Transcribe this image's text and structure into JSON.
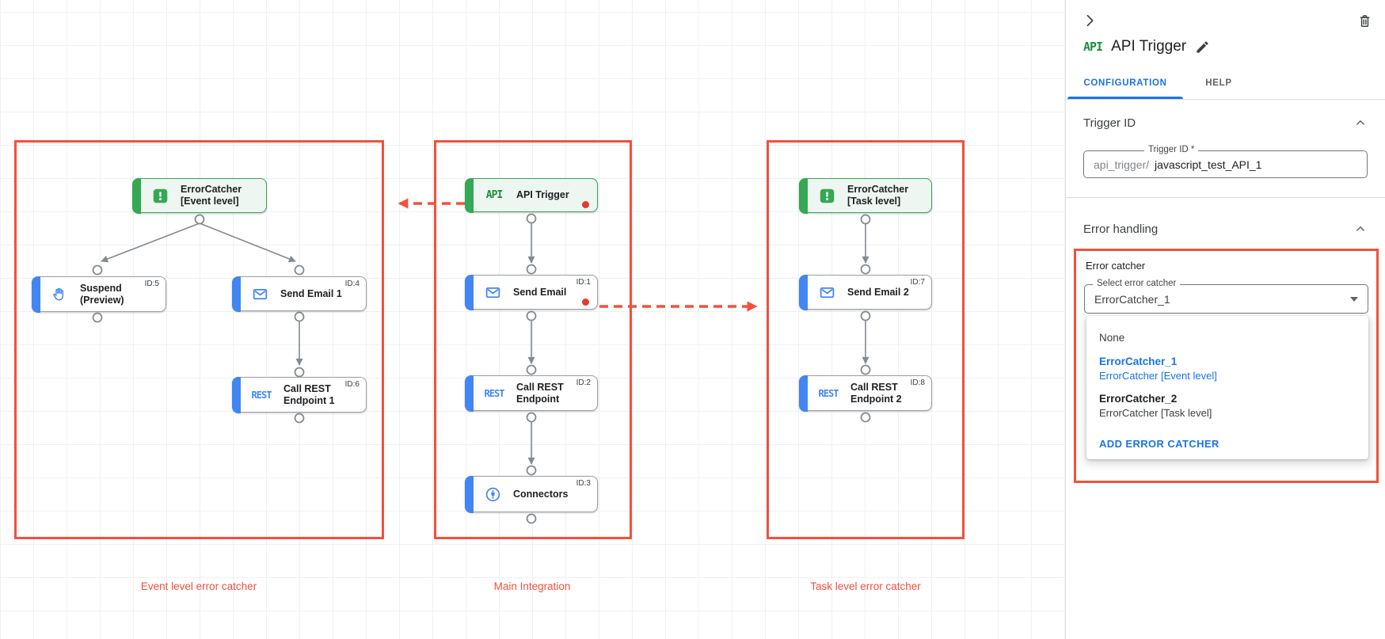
{
  "canvas": {
    "groups": [
      {
        "label": "Event level error catcher"
      },
      {
        "label": "Main Integration"
      },
      {
        "label": "Task level error catcher"
      }
    ],
    "nodes": [
      {
        "label": "ErrorCatcher [Event level]"
      },
      {
        "label": "Suspend (Preview)",
        "id": "ID:5"
      },
      {
        "label": "Send Email 1",
        "id": "ID:4"
      },
      {
        "label": "Call REST Endpoint 1",
        "id": "ID:6",
        "icon_text": "REST"
      },
      {
        "label": "API Trigger",
        "icon_text": "API"
      },
      {
        "label": "Send Email",
        "id": "ID:1"
      },
      {
        "label": "Call REST Endpoint",
        "id": "ID:2",
        "icon_text": "REST"
      },
      {
        "label": "Connectors",
        "id": "ID:3"
      },
      {
        "label": "ErrorCatcher [Task level]"
      },
      {
        "label": "Send Email 2",
        "id": "ID:7"
      },
      {
        "label": "Call REST Endpoint 2",
        "id": "ID:8",
        "icon_text": "REST"
      }
    ]
  },
  "panel": {
    "logo_text": "API",
    "title": "API Trigger",
    "tabs": [
      {
        "label": "CONFIGURATION"
      },
      {
        "label": "HELP"
      }
    ],
    "trigger_id": {
      "header": "Trigger ID",
      "field_label": "Trigger ID *",
      "prefix": "api_trigger/",
      "value": "javascript_test_API_1"
    },
    "error_handling": {
      "header": "Error handling",
      "group_label": "Error catcher",
      "select_label": "Select error catcher",
      "select_value": "ErrorCatcher_1",
      "menu_items": [
        {
          "name": "None",
          "desc": ""
        },
        {
          "name": "ErrorCatcher_1",
          "desc": "ErrorCatcher [Event level]"
        },
        {
          "name": "ErrorCatcher_2",
          "desc": "ErrorCatcher [Task level]"
        }
      ],
      "add_button": "ADD ERROR CATCHER"
    }
  },
  "colors": {
    "annotation_red": "#f4503c",
    "task_blue": "#4285f4",
    "trigger_green": "#34a853",
    "link_blue": "#1a73e8"
  }
}
